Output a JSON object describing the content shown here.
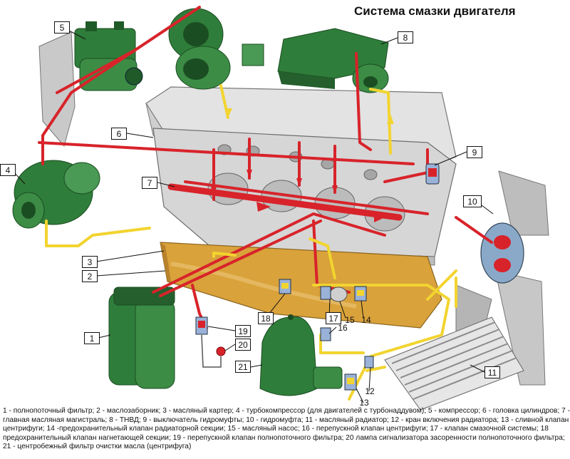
{
  "title": "Система смазки двигателя",
  "callouts": [
    "5",
    "8",
    "6",
    "9",
    "4",
    "7",
    "10",
    "3",
    "2",
    "18",
    "17",
    "15",
    "14",
    "1",
    "19",
    "20",
    "16",
    "21",
    "11",
    "13",
    "12"
  ],
  "legend_lines": [
    "1 - полнопоточный фильтр; 2 - маслозаборник; 3 - масляный картер; 4 - турбокомпрессор (для двигателей с турбонаддувом); 5 - компрессор; 6 - головка цилиндров; 7 -",
    "главная масляная магистраль; 8 - ТНВД; 9 - выключатель гидромуфты; 10 - гидромуфта; 11 - масляный радиатор; 12 - кран включения радиатора; 13 - сливной клапан",
    "центрифуги; 14 -предохранительный клапан радиаторной секции; 15 - масляный насос; 16 - перепускной клапан центрифуги; 17 - клапан смазочной системы; 18",
    "предохранительный клапан нагнетающей секции; 19 - перепускной клапан полнопоточного фильтра; 20 лампа сигнализатора засоренности полнопоточного фильтра;",
    "21 - центробежный фильтр очистки масла (центрифуга)"
  ],
  "colors": {
    "oil_pressure": "#d8232a",
    "oil_return": "#f2d430",
    "component": "#2f7d3a",
    "block": "#d9d9d9",
    "sump": "#d9a23a"
  }
}
